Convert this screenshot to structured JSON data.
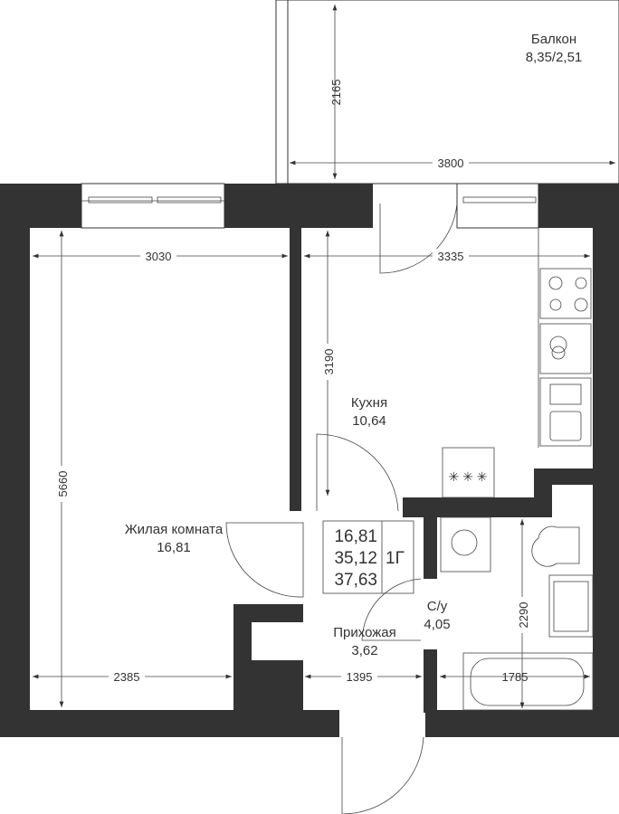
{
  "rooms": {
    "balcony": {
      "name": "Балкон",
      "area": "8,35/2,51"
    },
    "kitchen": {
      "name": "Кухня",
      "area": "10,64"
    },
    "living": {
      "name": "Жилая комната",
      "area": "16,81"
    },
    "hallway": {
      "name": "Прихожая",
      "area": "3,62"
    },
    "bathroom": {
      "name": "С/у",
      "area": "4,05"
    }
  },
  "summary": {
    "living_area": "16,81",
    "usable_area": "35,12",
    "total_area": "37,63",
    "type": "1Г"
  },
  "dimensions": {
    "balcony_depth": "2165",
    "balcony_width": "3800",
    "living_width": "3030",
    "kitchen_width": "3335",
    "kitchen_depth": "3190",
    "living_depth": "5660",
    "living_bottom_width": "2385",
    "hallway_width": "1395",
    "bath_width": "1785",
    "bath_depth": "2290"
  },
  "colors": {
    "wall": "#333333"
  }
}
